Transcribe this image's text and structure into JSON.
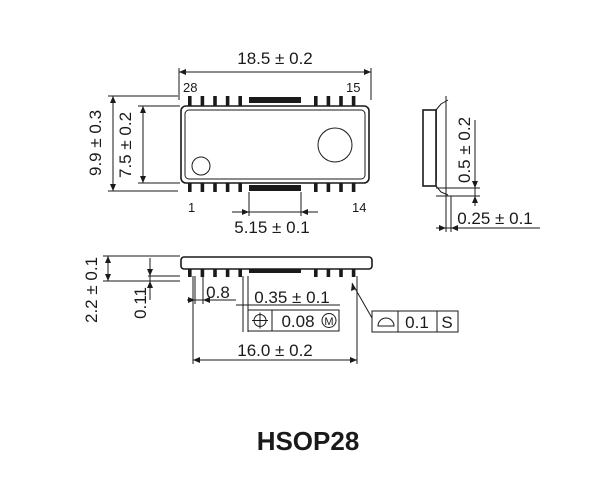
{
  "package_name": "HSOP28",
  "top_view": {
    "width_dim": "18.5 ± 0.2",
    "height_dim": "9.9 ± 0.3",
    "body_height_dim": "7.5 ± 0.2",
    "heatsink_dim": "5.15 ± 0.1",
    "pin_labels": {
      "top_left": "28",
      "top_right": "15",
      "bottom_left": "1",
      "bottom_right": "14"
    }
  },
  "side_view": {
    "lead_dim": "0.5 ± 0.2",
    "thickness_dim": "0.25 ± 0.1"
  },
  "front_view": {
    "height_dim": "2.2 ± 0.1",
    "standoff_dim": "0.11",
    "pitch_dim": "0.8",
    "lead_width_dim": "0.35 ± 0.1",
    "position_tol": "0.08",
    "position_modifier": "M",
    "flatness_value": "0.1",
    "flatness_datum": "S",
    "length_dim": "16.0 ± 0.2"
  }
}
